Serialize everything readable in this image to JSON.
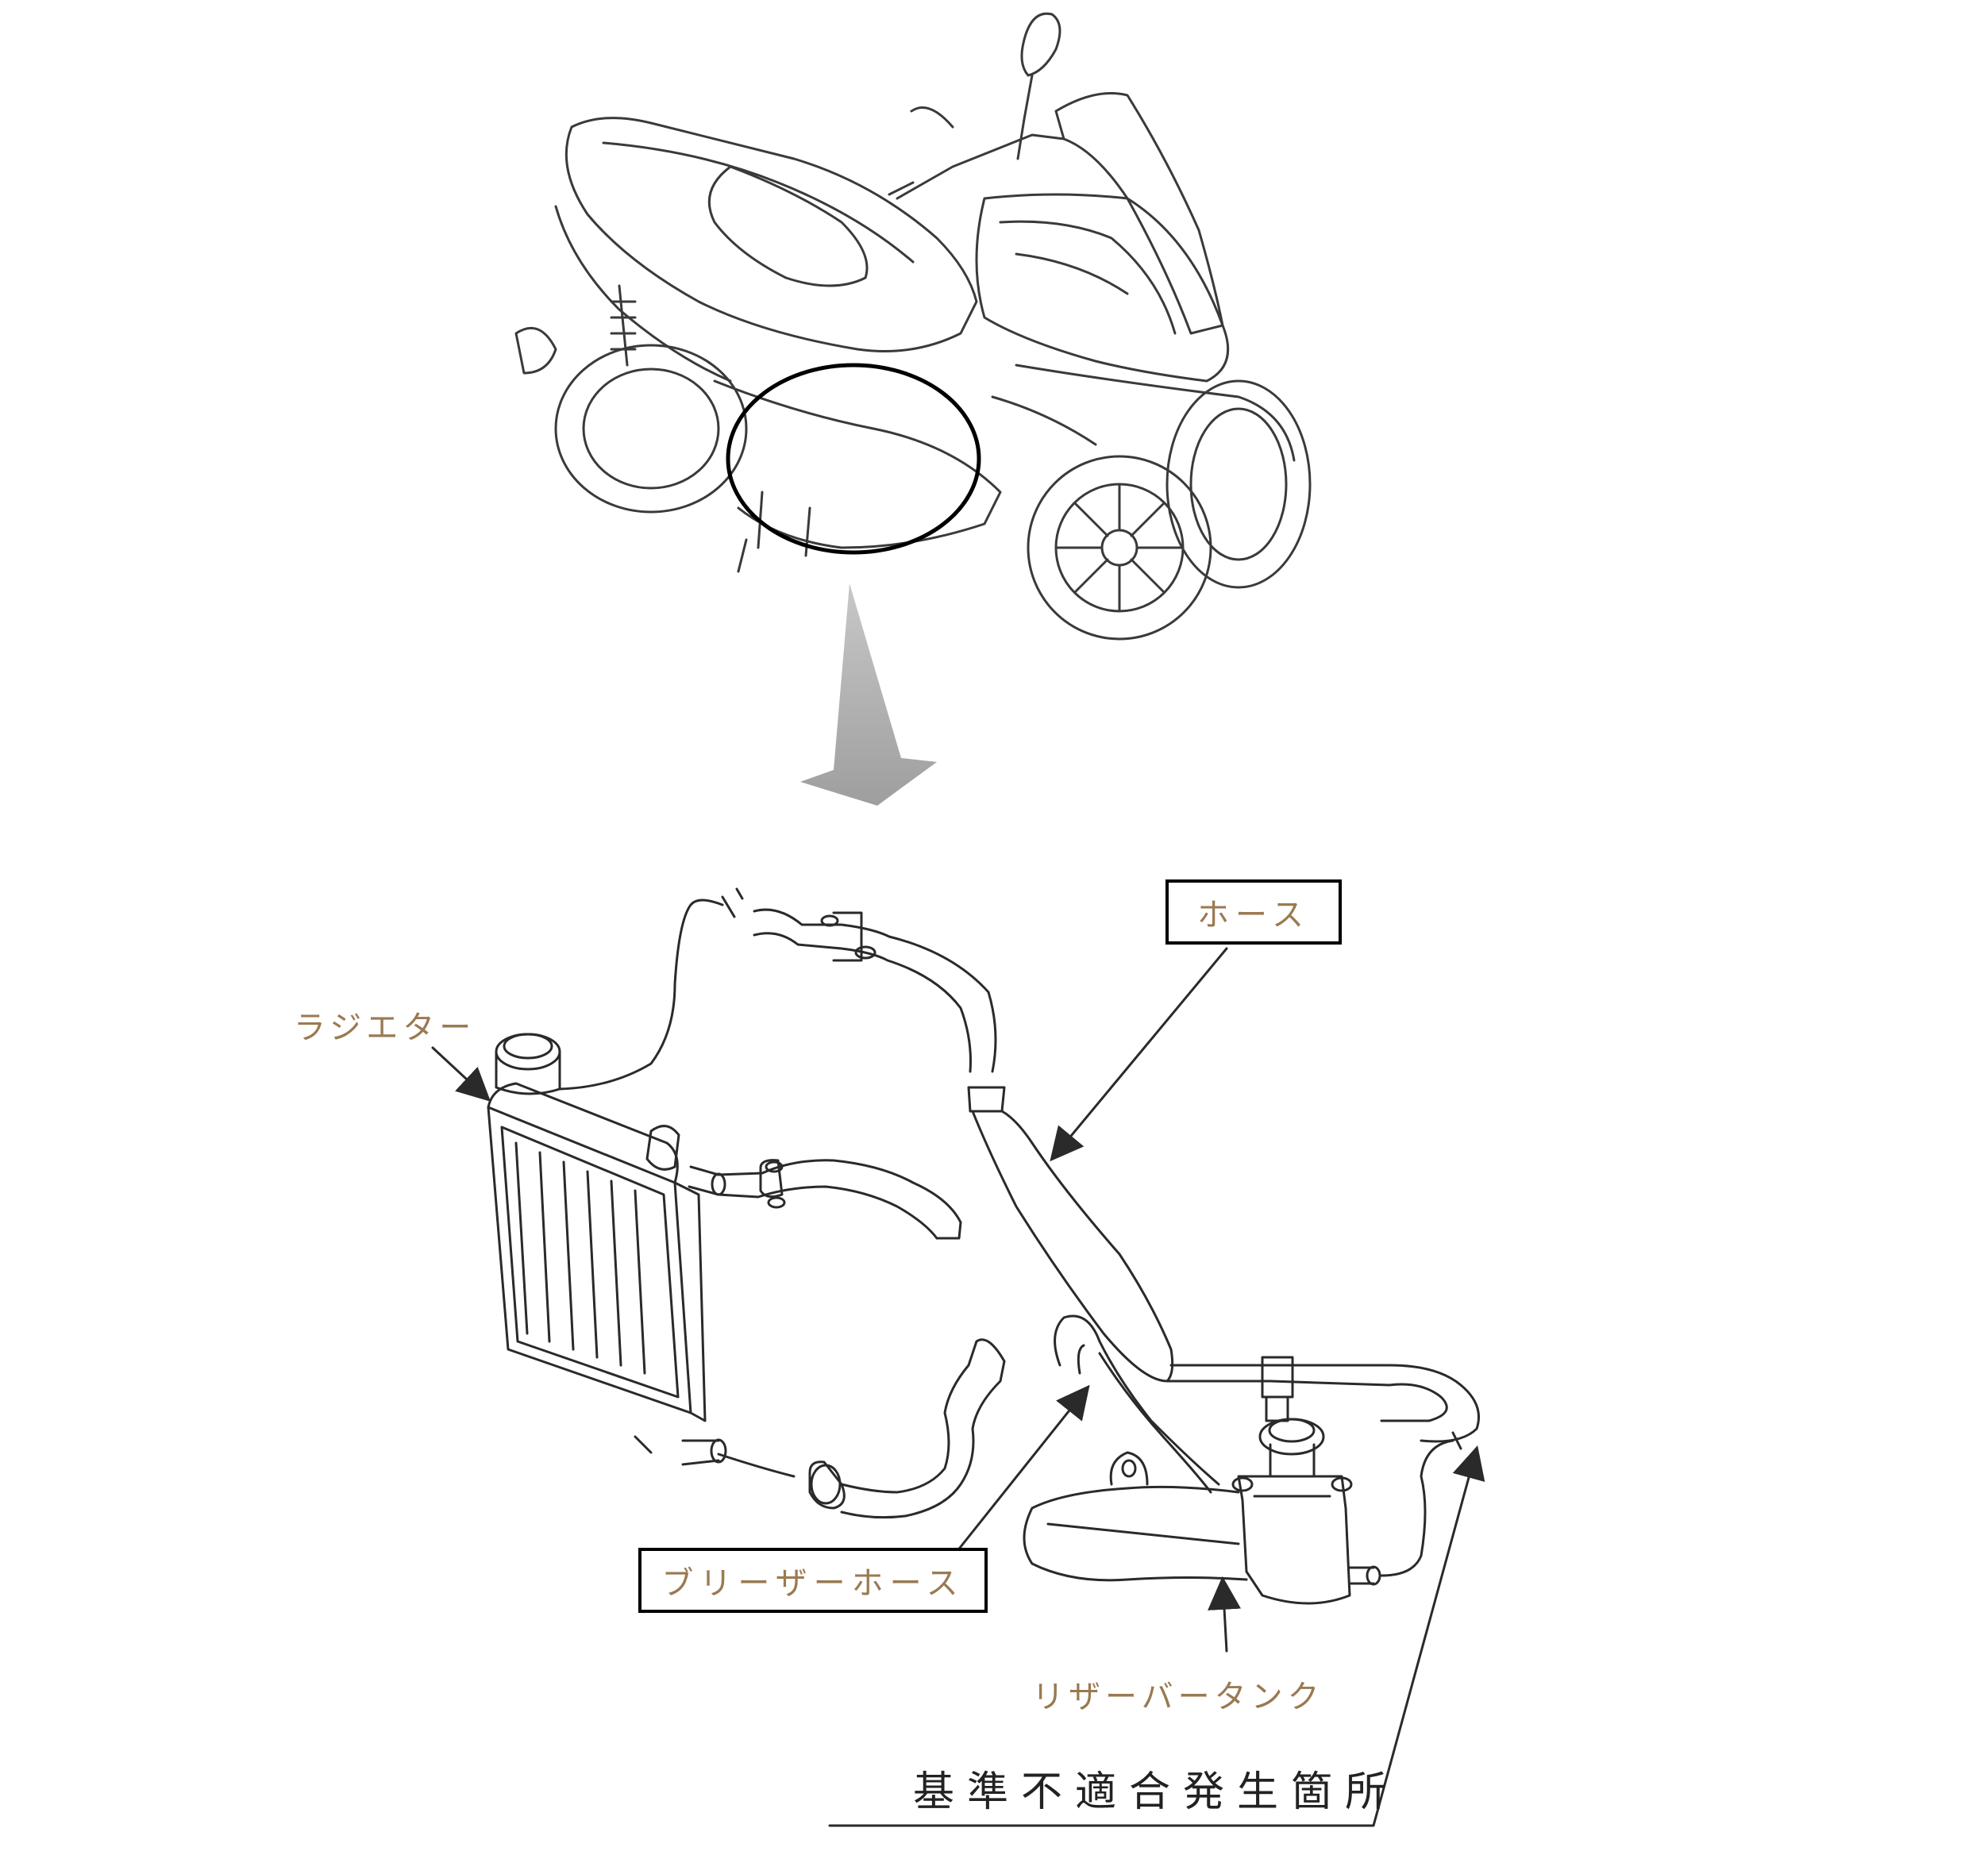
{
  "labels": {
    "radiator": "ラジエター",
    "hose": "ホース",
    "breather_hose": "ブリーザーホース",
    "reserve_tank": "リザーバータンク",
    "defect_location": "基準不適合発生箇所"
  },
  "colors": {
    "label_text": "#9a7a52",
    "line": "#2a2a2a",
    "pointer_arrow": "#b5b5b5"
  }
}
